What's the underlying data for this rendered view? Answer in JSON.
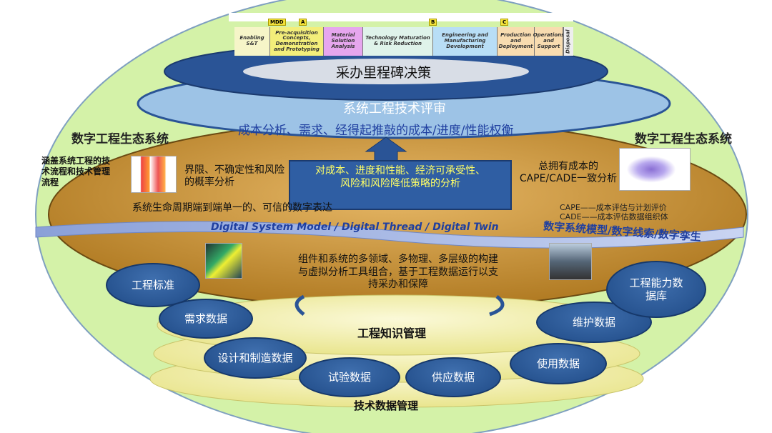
{
  "lifecycle_phases": [
    {
      "label": "Enabling S&T",
      "color": "#f6f5c8"
    },
    {
      "label": "Pre-acquisition Concepts, Demonstration and Prototyping",
      "color": "#f3ee7a"
    },
    {
      "label": "Material Solution Analysis",
      "color": "#e6a6ee"
    },
    {
      "label": "Technology Maturation & Risk Reduction",
      "color": "#dff3ea"
    },
    {
      "label": "Engineering and Manufacturing Development",
      "color": "#b8def6"
    },
    {
      "label": "Production and Deployment",
      "color": "#f8dcb0"
    },
    {
      "label": "Operations and Support",
      "color": "#f8dcb0"
    },
    {
      "label": "Disposal",
      "color": "#eeeeee"
    }
  ],
  "milestones": [
    "MDD",
    "A",
    "B",
    "C"
  ],
  "layers": {
    "milestone_decisions": "采办里程碑决策",
    "technical_reviews": "系统工程技术评审",
    "tradeoff": "成本分析、需求、经得起推敲的成本/进度/性能权衡",
    "ecosystem_left": "数字工程生态系统",
    "ecosystem_right": "数字工程生态系统",
    "coverage": "涵盖系统工程的技术流程和技术管理流程",
    "probability": "界限、不确定性和风险的概率分析",
    "center_box": "对成本、进度和性能、经济可承受性、风险和风险降低策略的分析",
    "cape_cade": "总拥有成本的CAPE/CADE一致分析",
    "cape_def": "CAPE——成本评估与计划评价",
    "cade_def": "CADE——成本评估数据组织体",
    "lifecycle_repr": "系统生命周期端到端单一的、可信的数字表达",
    "digital_en": "Digital System Model /  Digital Thread  /  Digital Twin",
    "digital_cn": "数字系统模型/数字线索/数字孪生",
    "multi_domain": "组件和系统的多领域、多物理、多层级的构建与虚拟分析工具组合，基于工程数据运行以支持采办和保障",
    "knowledge_mgmt": "工程知识管理",
    "tech_data_mgmt": "技术数据管理"
  },
  "data_items": [
    "工程标准",
    "需求数据",
    "设计和制造数据",
    "试验数据",
    "供应数据",
    "使用数据",
    "维护数据",
    "工程能力数据库"
  ],
  "colors": {
    "background": "#d4f2a8",
    "dark_blue": "#2a5496",
    "light_blue": "#9dc3e6",
    "orange": "#c8902e",
    "yellow": "#f7f4b8",
    "pill": "#2d5a99"
  }
}
